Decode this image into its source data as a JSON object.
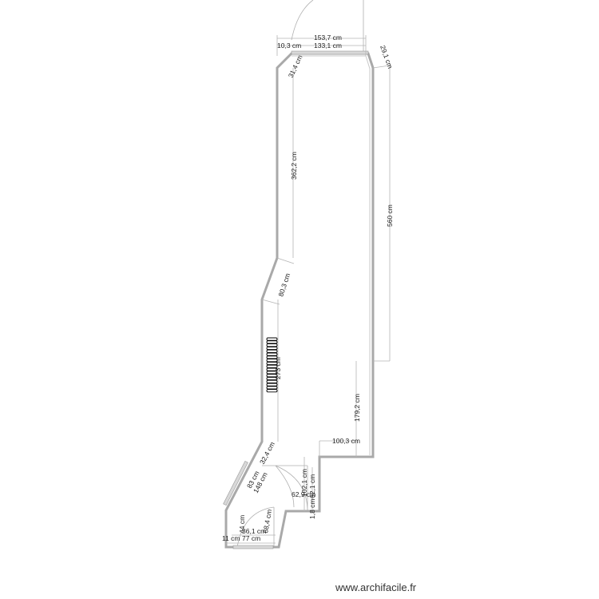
{
  "watermark": "www.archifacile.fr",
  "colors": {
    "wall": "#a9a9a9",
    "dimension_line": "#b5b5b5",
    "text": "#222222"
  },
  "dimensions": {
    "top_outer": "153,7 cm",
    "top_inner": "133,1 cm",
    "top_left_offset": "10,3 cm",
    "top_right_chamfer": "29,1 cm",
    "top_left_chamfer": "31,4 cm",
    "left_upper": "362,2 cm",
    "right_full": "560 cm",
    "left_diagonal": "80,3 cm",
    "left_stairs": "273 cm",
    "right_lower": "179,2 cm",
    "step": "100,3 cm",
    "lower_diag_short": "32,4 cm",
    "lower_diag_a": "83 cm",
    "lower_diag_b": "148 cm",
    "lower_right_a": "102,1 cm",
    "lower_right_b": "62,1 cm",
    "lower_mid": "62,9 cm",
    "lower_small": "1,8 cm",
    "bottom_a": "36,1 cm",
    "bottom_b": "68,4 cm",
    "bottom_c": "44 cm",
    "bottom_left": "11 cm",
    "bottom_width": "77 cm"
  }
}
